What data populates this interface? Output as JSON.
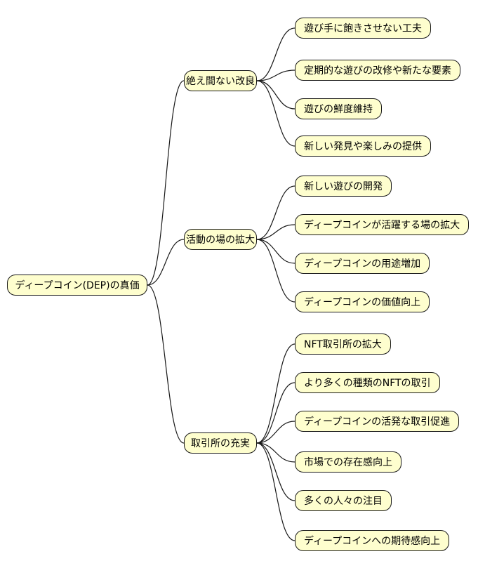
{
  "mindmap": {
    "root": {
      "label": "ディープコイン(DEP)の真価"
    },
    "branches": [
      {
        "label": "絶え間ない改良",
        "children": [
          "遊び手に飽きさせない工夫",
          "定期的な遊びの改修や新たな要素",
          "遊びの鮮度維持",
          "新しい発見や楽しみの提供"
        ]
      },
      {
        "label": "活動の場の拡大",
        "children": [
          "新しい遊びの開発",
          "ディープコインが活躍する場の拡大",
          "ディープコインの用途増加",
          "ディープコインの価値向上"
        ]
      },
      {
        "label": "取引所の充実",
        "children": [
          "NFT取引所の拡大",
          "より多くの種類のNFTの取引",
          "ディープコインの活発な取引促進",
          "市場での存在感向上",
          "多くの人々の注目",
          "ディープコインへの期待感向上"
        ]
      }
    ],
    "colors": {
      "node_fill": "#FEFECE",
      "node_border": "#181818",
      "edge": "#181818",
      "background": "#FFFFFF"
    }
  }
}
